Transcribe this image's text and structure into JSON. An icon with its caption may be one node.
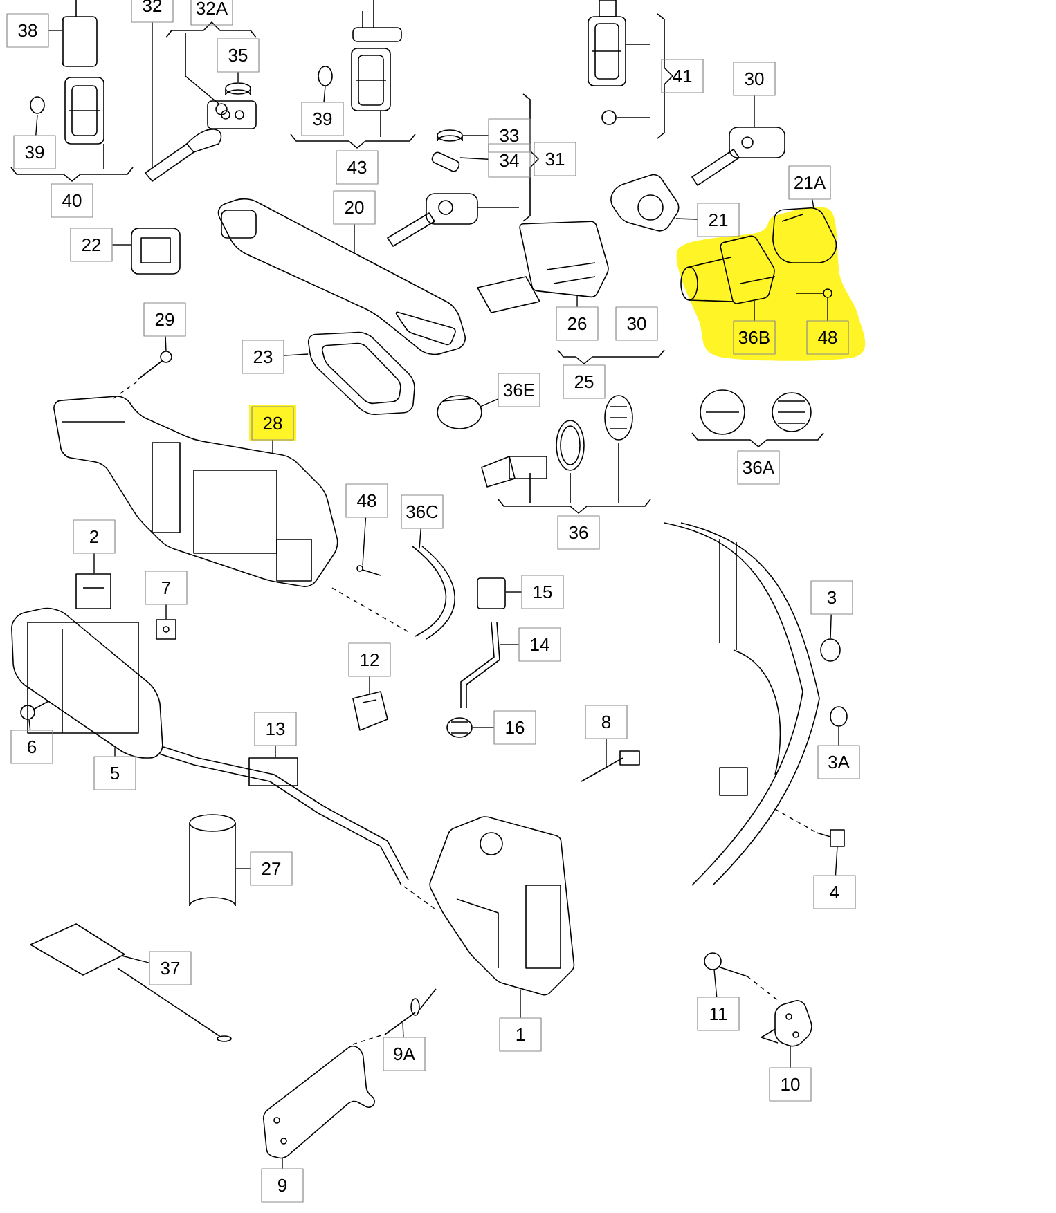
{
  "diagram": {
    "nodes": [
      {
        "text": [
          "38"
        ]
      },
      {
        "text": [
          "32"
        ]
      },
      {
        "text": [
          "32A"
        ]
      },
      {
        "text": [
          "35"
        ]
      },
      {
        "text": [
          "39"
        ]
      },
      {
        "text": [
          "40"
        ]
      },
      {
        "text": [
          "39"
        ]
      },
      {
        "text": [
          "43"
        ]
      },
      {
        "text": [
          "33"
        ]
      },
      {
        "text": [
          "34"
        ]
      },
      {
        "text": [
          "31"
        ]
      },
      {
        "text": [
          "41"
        ]
      },
      {
        "text": [
          "30"
        ]
      },
      {
        "text": [
          "20"
        ]
      },
      {
        "text": [
          "22"
        ]
      },
      {
        "text": [
          "21A"
        ]
      },
      {
        "text": [
          "21"
        ]
      },
      {
        "text": [
          "29"
        ]
      },
      {
        "text": [
          "23"
        ]
      },
      {
        "text": [
          "26"
        ]
      },
      {
        "text": [
          "30"
        ]
      },
      {
        "text": [
          "25"
        ]
      },
      {
        "text": [
          "36B"
        ]
      },
      {
        "text": [
          "48"
        ]
      },
      {
        "text": [
          "36E"
        ]
      },
      {
        "text": [
          "28"
        ]
      },
      {
        "text": [
          "48"
        ]
      },
      {
        "text": [
          "36C"
        ]
      },
      {
        "text": [
          "36"
        ]
      },
      {
        "text": [
          "36A"
        ]
      },
      {
        "text": [
          "2"
        ]
      },
      {
        "text": [
          "7"
        ]
      },
      {
        "text": [
          "15"
        ]
      },
      {
        "text": [
          "14"
        ]
      },
      {
        "text": [
          "12"
        ]
      },
      {
        "text": [
          "16"
        ]
      },
      {
        "text": [
          "3"
        ]
      },
      {
        "text": [
          "8"
        ]
      },
      {
        "text": [
          "6"
        ]
      },
      {
        "text": [
          "5"
        ]
      },
      {
        "text": [
          "13"
        ]
      },
      {
        "text": [
          "3A"
        ]
      },
      {
        "text": [
          "27"
        ]
      },
      {
        "text": [
          "4"
        ]
      },
      {
        "text": [
          "37"
        ]
      },
      {
        "text": [
          "1"
        ]
      },
      {
        "text": [
          "9A"
        ]
      },
      {
        "text": [
          "11"
        ]
      },
      {
        "text": [
          "10"
        ]
      },
      {
        "text": [
          "9"
        ]
      },
      {
        "text": [],
        "shape": "picture"
      },
      {
        "text": [],
        "shape": "picture"
      },
      {
        "text": [],
        "shape": "cylinder"
      },
      {
        "text": [],
        "shape": "circle"
      },
      {
        "text": [],
        "shape": "circle"
      },
      {
        "text": [],
        "shape": "picture"
      },
      {
        "text": [],
        "shape": "picture"
      },
      {
        "text": [],
        "shape": "picture"
      },
      {
        "text": [],
        "shape": "picture"
      },
      {
        "text": [],
        "shape": "picture"
      },
      {
        "text": [],
        "shape": "picture"
      },
      {
        "text": [],
        "shape": "picture"
      },
      {
        "text": [],
        "shape": "picture"
      },
      {
        "text": [],
        "shape": "picture"
      },
      {
        "text": [],
        "shape": "picture"
      },
      {
        "text": [],
        "shape": "picture"
      },
      {
        "text": [],
        "shape": "picture"
      },
      {
        "text": [],
        "shape": "picture"
      },
      {
        "text": [],
        "shape": "picture"
      },
      {
        "text": [],
        "shape": "picture"
      },
      {
        "text": [],
        "shape": "picture"
      },
      {
        "text": [],
        "shape": "picture"
      },
      {
        "text": [],
        "shape": "picture"
      },
      {
        "text": [],
        "shape": "box"
      },
      {
        "text": [],
        "shape": "picture"
      },
      {
        "text": [],
        "shape": "picture"
      },
      {
        "text": [],
        "shape": "picture"
      },
      {
        "text": [],
        "shape": "circle"
      },
      {
        "text": [],
        "shape": "picture"
      },
      {
        "text": [],
        "shape": "picture"
      },
      {
        "text": [],
        "shape": "picture"
      },
      {
        "text": [],
        "shape": "picture"
      },
      {
        "text": [],
        "shape": "circle"
      },
      {
        "text": [],
        "shape": "picture"
      },
      {
        "text": [],
        "shape": "box"
      },
      {
        "text": [],
        "shape": "picture"
      },
      {
        "text": [],
        "shape": "picture"
      },
      {
        "text": [],
        "shape": "picture"
      },
      {
        "text": [],
        "shape": "picture"
      },
      {
        "text": [],
        "shape": "picture"
      },
      {
        "text": [],
        "shape": "picture"
      },
      {
        "text": [],
        "shape": "picture"
      },
      {
        "text": [],
        "shape": "picture"
      }
    ],
    "edges": [
      {
        "from": 0,
        "to": 50,
        "arrow": "none"
      },
      {
        "from": 1,
        "to": 51,
        "arrow": "none"
      },
      {
        "from": 3,
        "to": 52,
        "arrow": "none"
      },
      {
        "from": 4,
        "to": 53,
        "arrow": "none"
      },
      {
        "from": 6,
        "to": 54,
        "arrow": "none"
      },
      {
        "from": 8,
        "to": 55,
        "arrow": "none"
      },
      {
        "from": 9,
        "to": 56,
        "arrow": "none"
      },
      {
        "from": 12,
        "to": 57,
        "arrow": "none"
      },
      {
        "from": 13,
        "to": 58,
        "arrow": "none"
      },
      {
        "from": 14,
        "to": 59,
        "arrow": "none"
      },
      {
        "from": 15,
        "to": 60,
        "arrow": "none"
      },
      {
        "from": 16,
        "to": 61,
        "arrow": "none"
      },
      {
        "from": 17,
        "to": 62,
        "arrow": "none"
      },
      {
        "from": 18,
        "to": 63,
        "arrow": "none"
      },
      {
        "from": 19,
        "to": 64,
        "arrow": "none"
      },
      {
        "from": 22,
        "to": 65,
        "arrow": "none"
      },
      {
        "from": 23,
        "to": 66,
        "arrow": "none"
      },
      {
        "from": 24,
        "to": 67,
        "arrow": "none"
      },
      {
        "from": 25,
        "to": 68,
        "arrow": "none"
      },
      {
        "from": 26,
        "to": 69,
        "arrow": "none"
      },
      {
        "from": 27,
        "to": 70,
        "arrow": "none"
      },
      {
        "from": 30,
        "to": 71,
        "arrow": "none"
      },
      {
        "from": 31,
        "to": 72,
        "arrow": "none"
      },
      {
        "from": 32,
        "to": 73,
        "arrow": "none"
      },
      {
        "from": 33,
        "to": 74,
        "arrow": "none"
      },
      {
        "from": 34,
        "to": 75,
        "arrow": "none"
      },
      {
        "from": 35,
        "to": 76,
        "arrow": "none"
      },
      {
        "from": 36,
        "to": 77,
        "arrow": "none"
      },
      {
        "from": 37,
        "to": 78,
        "arrow": "none"
      },
      {
        "from": 38,
        "to": 79,
        "arrow": "none"
      },
      {
        "from": 39,
        "to": 80,
        "arrow": "none"
      },
      {
        "from": 40,
        "to": 81,
        "arrow": "none"
      },
      {
        "from": 41,
        "to": 82,
        "arrow": "none"
      },
      {
        "from": 42,
        "to": 83,
        "arrow": "none"
      },
      {
        "from": 43,
        "to": 84,
        "arrow": "none"
      },
      {
        "from": 44,
        "to": 85,
        "arrow": "none"
      },
      {
        "from": 45,
        "to": 86,
        "arrow": "none"
      },
      {
        "from": 46,
        "to": 87,
        "arrow": "none"
      },
      {
        "from": 47,
        "to": 88,
        "arrow": "none"
      },
      {
        "from": 48,
        "to": 89,
        "arrow": "none"
      },
      {
        "from": 49,
        "to": 90,
        "arrow": "none"
      },
      {
        "from": 62,
        "to": 68,
        "arrow": "none",
        "style": "dashed"
      },
      {
        "from": 68,
        "to": 70,
        "arrow": "none",
        "style": "dashed"
      },
      {
        "from": 92,
        "to": 86,
        "arrow": "none",
        "style": "dashed"
      },
      {
        "from": 91,
        "to": 84,
        "arrow": "none",
        "style": "dashed"
      },
      {
        "from": 90,
        "to": 87,
        "arrow": "none",
        "style": "dashed"
      },
      {
        "from": 88,
        "to": 89,
        "arrow": "none",
        "style": "dashed"
      }
    ]
  }
}
